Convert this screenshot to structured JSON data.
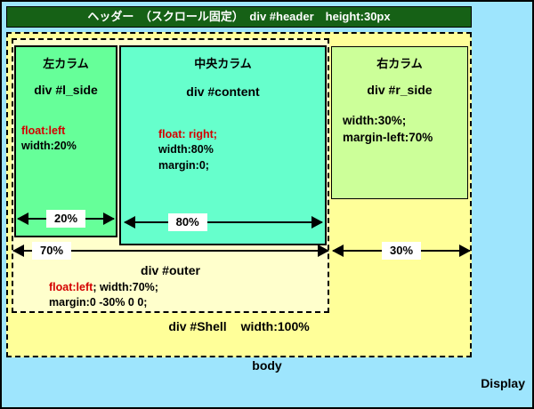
{
  "colors": {
    "body_bg": "#9EE5FD",
    "header_bg": "#166116",
    "shell_bg": "#FFFF99",
    "outer_bg": "#FFFFCC",
    "l_side_bg": "#66FF99",
    "content_bg": "#66FFCC",
    "r_side_bg": "#CCFF99",
    "css_red": "#D40000"
  },
  "header": {
    "label": "ヘッダー　（スクロール固定）　div #header　height:30px"
  },
  "columns": {
    "left": {
      "title": "左カラム",
      "id": "div #l_side",
      "css_red": "float:left",
      "css_line1": "width:20%",
      "width_label": "20%"
    },
    "center": {
      "title": "中央カラム",
      "id": "div #content",
      "css_red": "float: right;",
      "css_line1": "width:80%",
      "css_line2": "margin:0;",
      "width_label": "80%"
    },
    "right": {
      "title": "右カラム",
      "id": "div #r_side",
      "css_line1": "width:30%;",
      "css_line2": "margin-left:70%",
      "width_label": "30%"
    }
  },
  "outer": {
    "id": "div #outer",
    "css_red": "float:left",
    "css_black": "; width:70%;",
    "css_line2": "margin:0 -30% 0 0;",
    "width_label": "70%"
  },
  "shell": {
    "id": "div #Shell",
    "css": "width:100%"
  },
  "page": {
    "body_label": "body",
    "display_label": "Display"
  }
}
